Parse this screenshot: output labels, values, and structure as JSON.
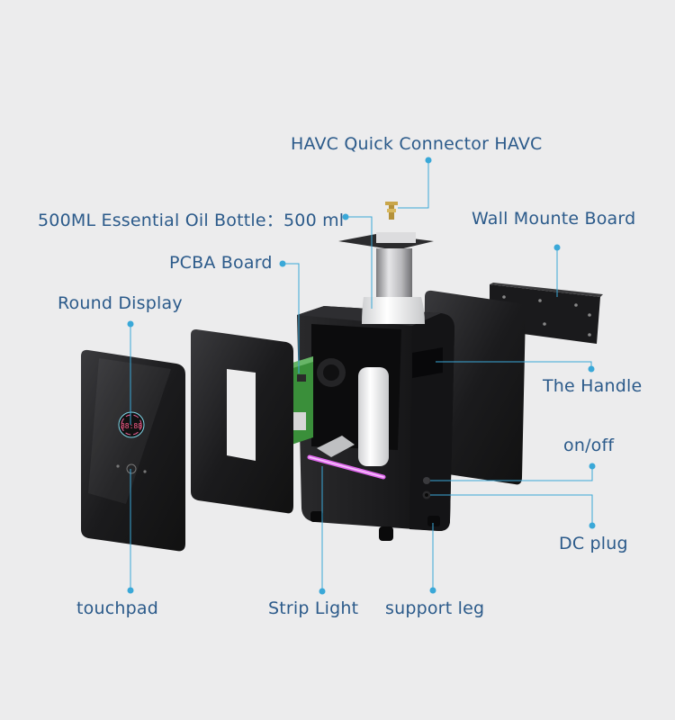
{
  "labels": {
    "havc_connector": "HAVC Quick Connector  HAVC",
    "oil_bottle": "500ML Essential Oil Bottle：500 ml",
    "pcba_board": "PCBA Board",
    "wall_mount": "Wall Mounte Board",
    "round_display": "Round Display",
    "handle": "The Handle",
    "on_off": "on/off",
    "dc_plug": "DC plug",
    "touchpad": "touchpad",
    "strip_light": "Strip Light",
    "support_leg": "support leg"
  },
  "display": {
    "digits": "88:88"
  },
  "colors": {
    "background": "#ececed",
    "label_text": "#2b5a8a",
    "leader_line": "#3aa8d8",
    "device_body": "#1c1c1e",
    "strip_light": "#e26bf0"
  }
}
